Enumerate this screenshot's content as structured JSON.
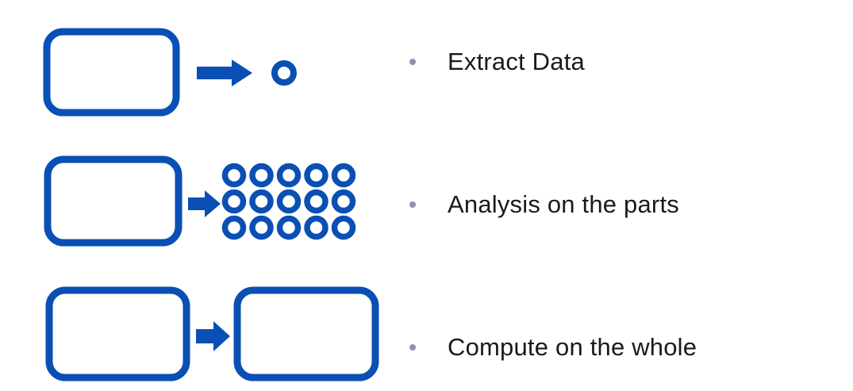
{
  "colors": {
    "primary": "#0a4fb4",
    "bullet": "#8a94a8",
    "text": "#1a1a1a"
  },
  "steps": [
    {
      "label": "Extract Data",
      "icon": "single-circle"
    },
    {
      "label": "Analysis on the parts",
      "icon": "circle-grid",
      "grid": {
        "rows": 3,
        "cols": 5
      }
    },
    {
      "label": "Compute on the whole",
      "icon": "box"
    }
  ]
}
